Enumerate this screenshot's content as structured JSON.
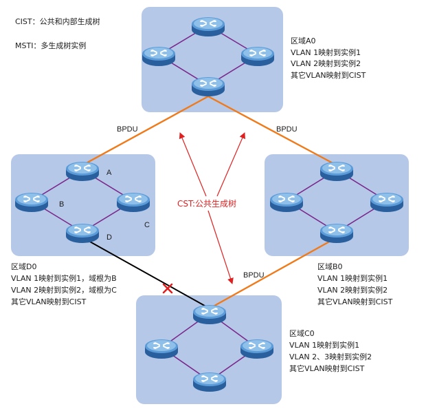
{
  "legend": {
    "cist": "CIST：公共和内部生成树",
    "msti": "MSTI：多生成树实例"
  },
  "cst_label": "CST:公共生成树",
  "bpdu_labels": [
    "BPDU",
    "BPDU",
    "BPDU"
  ],
  "regions": [
    {
      "id": "A0",
      "lines": [
        "区域A0",
        "VLAN 1映射到实例1",
        "VLAN 2映射到实例2",
        "其它VLAN映射到CIST"
      ]
    },
    {
      "id": "D0",
      "lines": [
        "区域D0",
        "VLAN 1映射到实例1，域根为B",
        "VLAN 2映射到实例2，域根为C",
        "其它VLAN映射到CIST"
      ]
    },
    {
      "id": "B0",
      "lines": [
        "区域B0",
        "VLAN 1映射到实例1",
        "VLAN 2映射到实例2",
        "其它VLAN映射到CIST"
      ]
    },
    {
      "id": "C0",
      "lines": [
        "区域C0",
        "VLAN 1映射到实例1",
        "VLAN 2、3映射到实例2",
        "其它VLAN映射到CIST"
      ]
    }
  ],
  "switch_labels": {
    "a": "A",
    "b": "B",
    "c": "C",
    "d": "D"
  },
  "colors": {
    "region_fill": "#b6c8e8",
    "ring": "#7a2a8c",
    "cst_link": "#f07a1a",
    "blocked_link": "#000000",
    "cst_arrow": "#e02020",
    "switch_body": "#3c7fc4",
    "switch_top": "#8fc0ea"
  },
  "icons": {
    "switch": "network-switch-icon",
    "blocked": "blocked-port-x-icon"
  }
}
